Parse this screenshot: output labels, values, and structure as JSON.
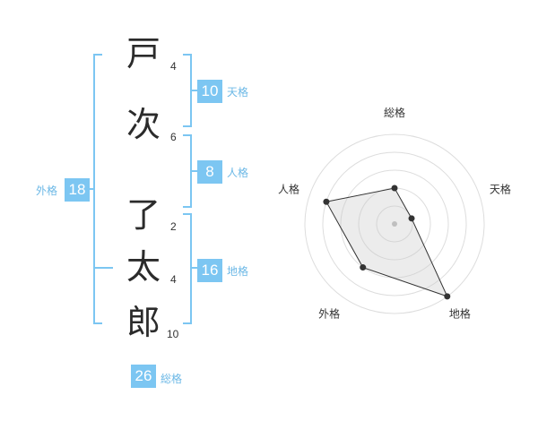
{
  "characters": [
    {
      "char": "戸",
      "strokes": "4"
    },
    {
      "char": "次",
      "strokes": "6"
    },
    {
      "char": "了",
      "strokes": "2"
    },
    {
      "char": "太",
      "strokes": "4"
    },
    {
      "char": "郎",
      "strokes": "10"
    }
  ],
  "fortunes": {
    "tenkaku": {
      "value": "10",
      "label": "天格"
    },
    "jinkaku": {
      "value": "8",
      "label": "人格"
    },
    "chikaku": {
      "value": "16",
      "label": "地格"
    },
    "gaikaku": {
      "value": "18",
      "label": "外格"
    },
    "soukaku": {
      "value": "26",
      "label": "総格"
    }
  },
  "colors": {
    "accent": "#7cc6f2",
    "label_text": "#6cb8e6"
  },
  "chart_data": {
    "type": "radar",
    "axes": [
      "総格",
      "天格",
      "地格",
      "外格",
      "人格"
    ],
    "values": [
      2,
      1,
      5,
      3,
      4
    ],
    "max": 5,
    "rings": 5,
    "grid": true
  }
}
